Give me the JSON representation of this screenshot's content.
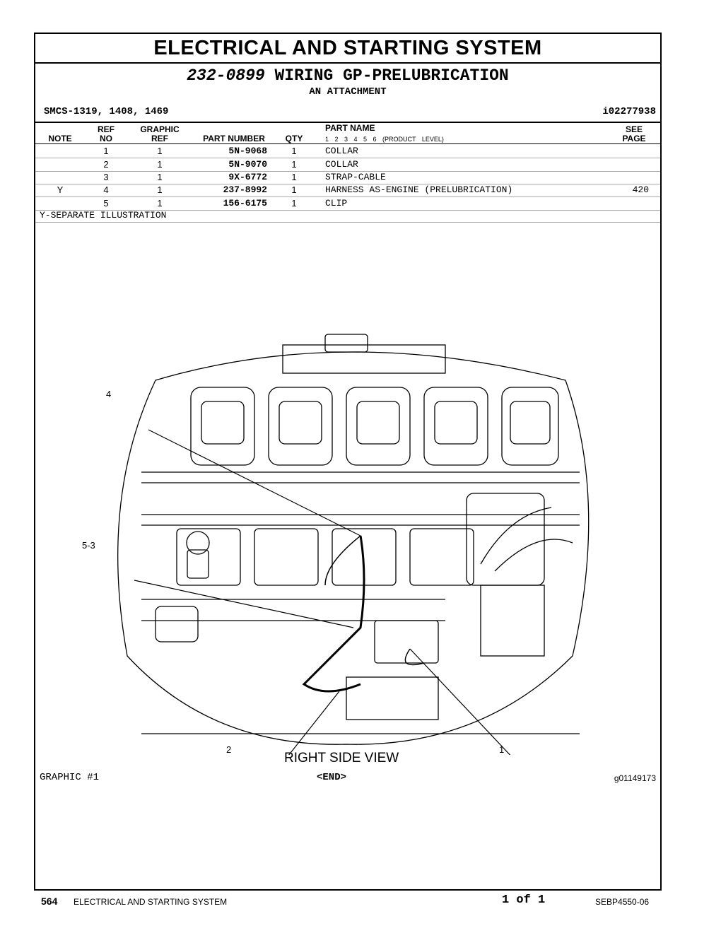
{
  "header": {
    "title": "ELECTRICAL AND STARTING SYSTEM",
    "group_part_number": "232-0899",
    "group_name": "WIRING GP-PRELUBRICATION",
    "attachment": "AN ATTACHMENT",
    "smcs": "SMCS-1319, 1408, 1469",
    "doc_id": "i02277938"
  },
  "table": {
    "columns": {
      "note": "NOTE",
      "ref_top": "REF",
      "ref_bottom": "NO",
      "graphic_top": "GRAPHIC",
      "graphic_bottom": "REF",
      "part_number": "PART NUMBER",
      "qty": "QTY",
      "part_name": "PART NAME",
      "product_level": "1 2 3 4 5 6 (PRODUCT LEVEL)",
      "see_top": "SEE",
      "see_bottom": "PAGE"
    },
    "rows": [
      {
        "note": "",
        "ref": "1",
        "graphic": "1",
        "part_number": "5N-9068",
        "qty": "1",
        "name": "COLLAR",
        "page": ""
      },
      {
        "note": "",
        "ref": "2",
        "graphic": "1",
        "part_number": "5N-9070",
        "qty": "1",
        "name": "COLLAR",
        "page": ""
      },
      {
        "note": "",
        "ref": "3",
        "graphic": "1",
        "part_number": "9X-6772",
        "qty": "1",
        "name": "STRAP-CABLE",
        "page": ""
      },
      {
        "note": "Y",
        "ref": "4",
        "graphic": "1",
        "part_number": "237-8992",
        "qty": "1",
        "name": "HARNESS AS-ENGINE (PRELUBRICATION)",
        "page": "420"
      },
      {
        "note": "",
        "ref": "5",
        "graphic": "1",
        "part_number": "156-6175",
        "qty": "1",
        "name": "CLIP",
        "page": ""
      }
    ],
    "note_legend": "Y-SEPARATE ILLUSTRATION"
  },
  "illustration": {
    "callouts": [
      "4",
      "5-3",
      "2",
      "1"
    ],
    "view_label": "RIGHT SIDE VIEW",
    "graphic_number": "GRAPHIC #1",
    "end_marker": "<END>",
    "graphic_id": "g01149173"
  },
  "footer": {
    "page_number": "564",
    "section": "ELECTRICAL AND STARTING SYSTEM",
    "page_of": "1 of 1",
    "doc_number": "SEBP4550-06"
  }
}
